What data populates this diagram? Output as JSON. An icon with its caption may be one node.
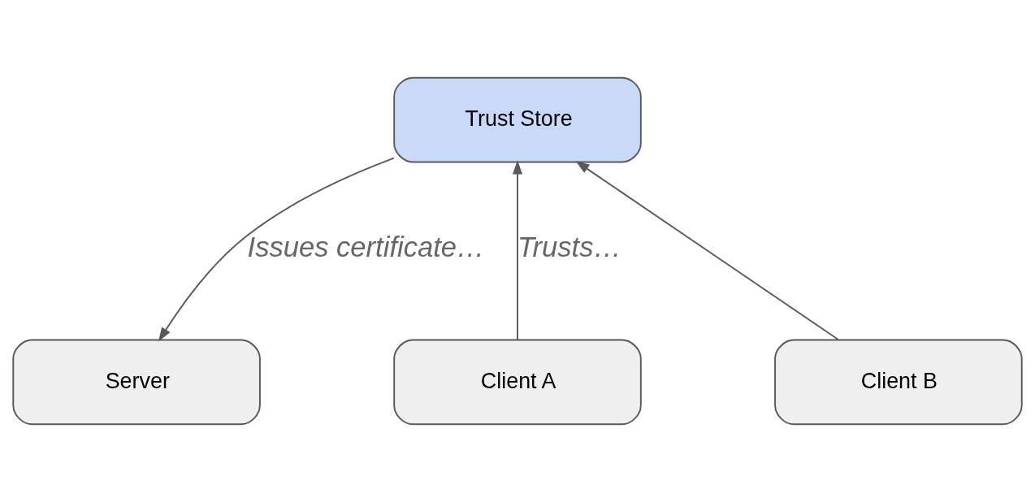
{
  "diagram": {
    "nodes": [
      {
        "text": [
          "Trust Store"
        ]
      },
      {
        "text": [
          "Client A"
        ]
      },
      {
        "text": [
          "Client B"
        ]
      },
      {
        "text": [
          "Server"
        ]
      }
    ],
    "edges": [
      {
        "from": 1,
        "to": 0,
        "arrow": "to",
        "label": "Trusts…"
      },
      {
        "from": 2,
        "to": 0,
        "arrow": "to"
      },
      {
        "from": 0,
        "to": 3,
        "arrow": "to",
        "label": "Issues certificate…"
      }
    ]
  }
}
